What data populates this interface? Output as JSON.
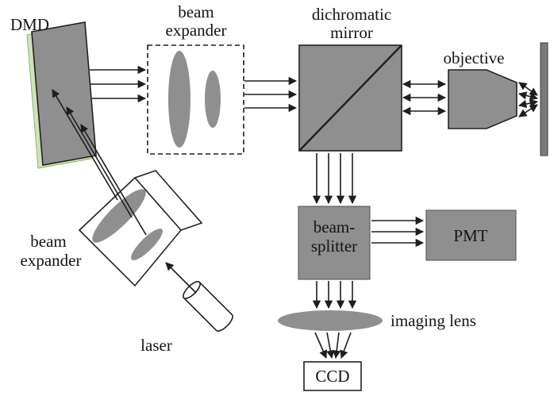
{
  "colors": {
    "background": "#ffffff",
    "component_gray": "#8f8f8f",
    "sample_gray": "#7a7a7a",
    "dmd_edge_green": "#cfe2b8",
    "line": "#1e1e1e"
  },
  "labels": {
    "dmd": "DMD",
    "beam_expander_top": {
      "line1": "beam",
      "line2": "expander"
    },
    "dichromatic_mirror": {
      "line1": "dichromatic",
      "line2": "mirror"
    },
    "objective": "objective",
    "beam_splitter": {
      "line1": "beam-",
      "line2": "splitter"
    },
    "pmt": "PMT",
    "imaging_lens": "imaging lens",
    "ccd": "CCD",
    "laser": "laser",
    "beam_expander_left": {
      "line1": "beam",
      "line2": "expander"
    }
  },
  "connections": [
    {
      "from": "laser",
      "to": "beam-expander-left",
      "arrows": 1,
      "heads": "single"
    },
    {
      "from": "beam-expander-left",
      "to": "dmd",
      "arrows": 3,
      "heads": "single"
    },
    {
      "from": "dmd",
      "to": "beam-expander-top",
      "arrows": 3,
      "heads": "single"
    },
    {
      "from": "beam-expander-top",
      "to": "dichromatic-mirror",
      "arrows": 3,
      "heads": "single"
    },
    {
      "from": "dichromatic-mirror",
      "to": "objective",
      "arrows": 3,
      "heads": "double"
    },
    {
      "from": "objective",
      "to": "sample",
      "arrows": 4,
      "heads": "double"
    },
    {
      "from": "dichromatic-mirror",
      "to": "beam-splitter",
      "arrows": 4,
      "heads": "single"
    },
    {
      "from": "beam-splitter",
      "to": "pmt",
      "arrows": 3,
      "heads": "single"
    },
    {
      "from": "beam-splitter",
      "to": "imaging-lens",
      "arrows": 4,
      "heads": "single"
    },
    {
      "from": "imaging-lens",
      "to": "ccd",
      "arrows": 4,
      "heads": "single"
    }
  ]
}
